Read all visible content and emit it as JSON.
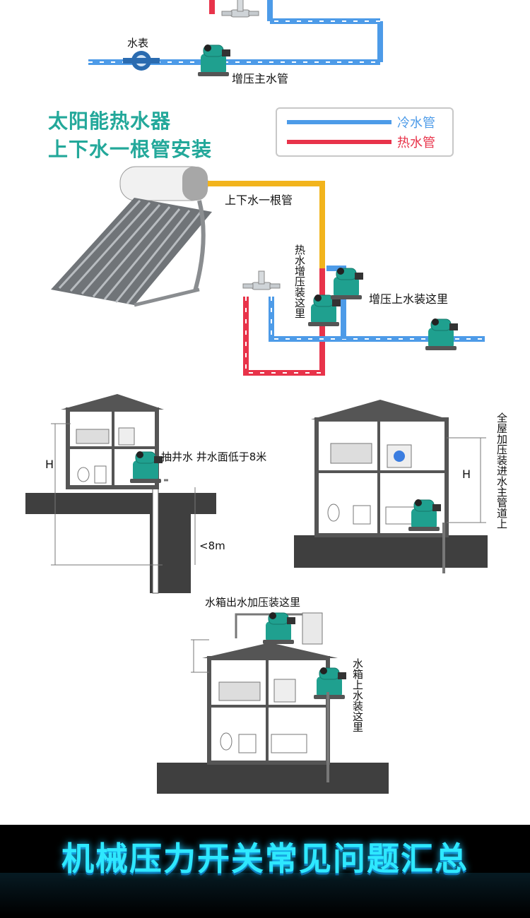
{
  "top": {
    "water_meter_label": "水表",
    "main_pipe_label": "增压主水管"
  },
  "solar": {
    "title_line1": "太阳能热水器",
    "title_line2": "上下水一根管安装",
    "single_pipe_label": "上下水一根管",
    "hot_boost_label": "热水增压装这里",
    "inlet_boost_label": "增压上水装这里"
  },
  "legend": {
    "cold_label": "冷水管",
    "hot_label": "热水管",
    "cold_color": "#4d9be8",
    "hot_color": "#e8334a"
  },
  "well": {
    "h_label": "H",
    "pump_label": "抽井水 井水面低于8米",
    "depth_label": "<8m"
  },
  "house2": {
    "h_label": "H",
    "side_label": "全屋加压装进水主管道上"
  },
  "tank": {
    "tank_outlet_label": "水箱出水加压装这里",
    "tank_inlet_label": "水箱上水装这里"
  },
  "banner": {
    "text": "机械压力开关常见问题汇总"
  },
  "colors": {
    "cold": "#4d9be8",
    "hot": "#e8334a",
    "yellow": "#f2b41c",
    "pump": "#1fa08f",
    "title": "#23a89a",
    "banner_text": "#2ee8ff"
  }
}
